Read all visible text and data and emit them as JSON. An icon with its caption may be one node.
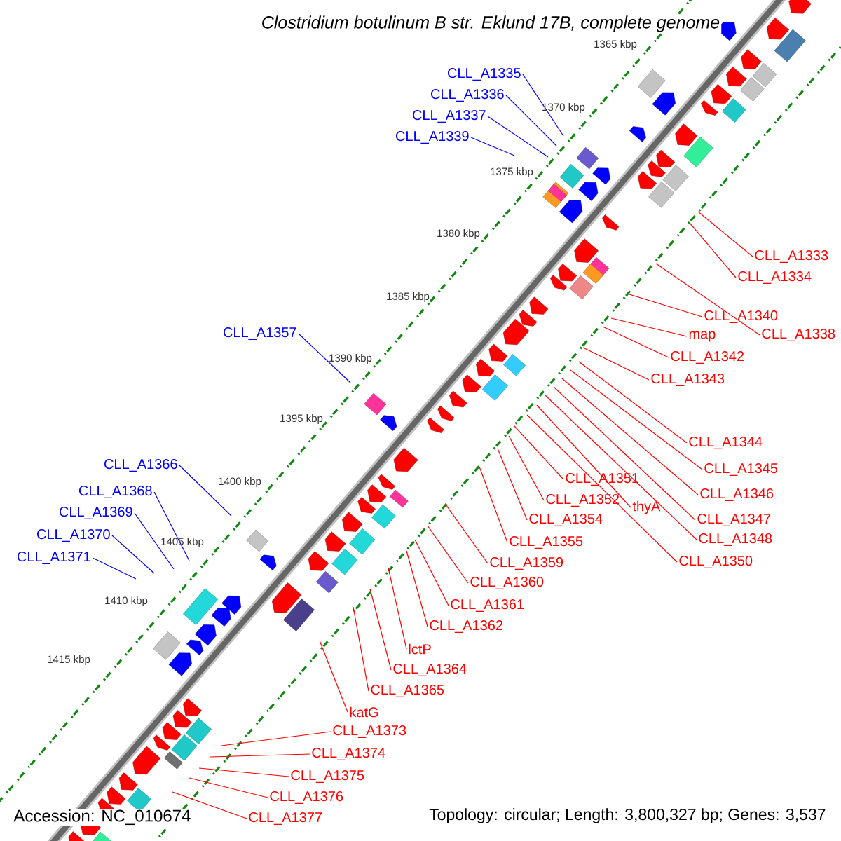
{
  "diagram": {
    "title": "Clostridium botulinum B str. Eklund 17B, complete genome",
    "nodes": [
      {
        "text": [
          "CLL_A1335"
        ]
      },
      {
        "text": [
          "CLL_A1336"
        ]
      },
      {
        "text": [
          "CLL_A1337"
        ]
      },
      {
        "text": [
          "CLL_A1339"
        ]
      },
      {
        "text": [
          "CLL_A1333"
        ]
      },
      {
        "text": [
          "CLL_A1334"
        ]
      },
      {
        "text": [
          "CLL_A1340"
        ]
      },
      {
        "text": [
          "CLL_A1338"
        ]
      },
      {
        "text": [
          "map"
        ]
      },
      {
        "text": [
          "CLL_A1357"
        ]
      },
      {
        "text": [
          "CLL_A1342"
        ]
      },
      {
        "text": [
          "CLL_A1343"
        ]
      },
      {
        "text": [
          "CLL_A1344"
        ]
      },
      {
        "text": [
          "CLL_A1366"
        ]
      },
      {
        "text": [
          "CLL_A1345"
        ]
      },
      {
        "text": [
          "CLL_A1351"
        ]
      },
      {
        "text": [
          "CLL_A1368"
        ]
      },
      {
        "text": [
          "CLL_A1346"
        ]
      },
      {
        "text": [
          "CLL_A1352"
        ]
      },
      {
        "text": [
          "thyA"
        ]
      },
      {
        "text": [
          "CLL_A1369"
        ]
      },
      {
        "text": [
          "CLL_A1347"
        ]
      },
      {
        "text": [
          "CLL_A1354"
        ]
      },
      {
        "text": [
          "CLL_A1370"
        ]
      },
      {
        "text": [
          "CLL_A1348"
        ]
      },
      {
        "text": [
          "CLL_A1355"
        ]
      },
      {
        "text": [
          "CLL_A1371"
        ]
      },
      {
        "text": [
          "CLL_A1350"
        ]
      },
      {
        "text": [
          "CLL_A1359"
        ]
      },
      {
        "text": [
          "CLL_A1360"
        ]
      },
      {
        "text": [
          "CLL_A1361"
        ]
      },
      {
        "text": [
          "CLL_A1362"
        ]
      },
      {
        "text": [
          "lctP"
        ]
      },
      {
        "text": [
          "CLL_A1364"
        ]
      },
      {
        "text": [
          "CLL_A1365"
        ]
      },
      {
        "text": [
          "katG"
        ]
      },
      {
        "text": [
          "CLL_A1373"
        ]
      },
      {
        "text": [
          "CLL_A1374"
        ]
      },
      {
        "text": [
          "CLL_A1375"
        ]
      },
      {
        "text": [
          "CLL_A1376"
        ]
      },
      {
        "text": [
          "CLL_A1377"
        ]
      }
    ],
    "edges": [
      {
        "from": 0,
        "to": null,
        "arrow": "none",
        "color": "#0000ff"
      },
      {
        "from": 1,
        "to": null,
        "arrow": "none",
        "color": "#0000ff"
      },
      {
        "from": 2,
        "to": null,
        "arrow": "none",
        "color": "#0000ff"
      },
      {
        "from": 3,
        "to": null,
        "arrow": "none",
        "color": "#0000ff"
      },
      {
        "from": 4,
        "to": null,
        "arrow": "none"
      },
      {
        "from": 5,
        "to": null,
        "arrow": "none"
      },
      {
        "from": 6,
        "to": null,
        "arrow": "none"
      },
      {
        "from": 7,
        "to": null,
        "arrow": "none"
      },
      {
        "from": 8,
        "to": null,
        "arrow": "none"
      },
      {
        "from": 9,
        "to": null,
        "arrow": "none",
        "color": "#0000ff"
      },
      {
        "from": 10,
        "to": null,
        "arrow": "none"
      },
      {
        "from": 11,
        "to": null,
        "arrow": "none"
      },
      {
        "from": 12,
        "to": null,
        "arrow": "none"
      },
      {
        "from": 13,
        "to": null,
        "arrow": "none",
        "color": "#0000ff"
      },
      {
        "from": 14,
        "to": null,
        "arrow": "none"
      },
      {
        "from": 15,
        "to": null,
        "arrow": "none"
      },
      {
        "from": 16,
        "to": null,
        "arrow": "none",
        "color": "#0000ff"
      },
      {
        "from": 17,
        "to": null,
        "arrow": "none"
      },
      {
        "from": 18,
        "to": null,
        "arrow": "none"
      },
      {
        "from": 19,
        "to": null,
        "arrow": "none"
      },
      {
        "from": 20,
        "to": null,
        "arrow": "none",
        "color": "#0000ff"
      },
      {
        "from": 21,
        "to": null,
        "arrow": "none"
      },
      {
        "from": 22,
        "to": null,
        "arrow": "none"
      },
      {
        "from": 23,
        "to": null,
        "arrow": "none",
        "color": "#0000ff"
      },
      {
        "from": 24,
        "to": null,
        "arrow": "none"
      },
      {
        "from": 25,
        "to": null,
        "arrow": "none"
      },
      {
        "from": 26,
        "to": null,
        "arrow": "none",
        "color": "#0000ff"
      },
      {
        "from": 27,
        "to": null,
        "arrow": "none"
      },
      {
        "from": 28,
        "to": null,
        "arrow": "none"
      },
      {
        "from": 29,
        "to": null,
        "arrow": "none"
      },
      {
        "from": 30,
        "to": null,
        "arrow": "none"
      },
      {
        "from": 31,
        "to": null,
        "arrow": "none"
      },
      {
        "from": 32,
        "to": null,
        "arrow": "none"
      },
      {
        "from": 33,
        "to": null,
        "arrow": "none"
      },
      {
        "from": 34,
        "to": null,
        "arrow": "none"
      },
      {
        "from": 35,
        "to": null,
        "arrow": "none"
      },
      {
        "from": 36,
        "to": null,
        "arrow": "none"
      },
      {
        "from": 37,
        "to": null,
        "arrow": "none"
      },
      {
        "from": 38,
        "to": null,
        "arrow": "none"
      },
      {
        "from": 39,
        "to": null,
        "arrow": "none"
      },
      {
        "from": 40,
        "to": null,
        "arrow": "none"
      }
    ],
    "labels": [
      "1365 kbp",
      "1370 kbp",
      "1375 kbp",
      "1380 kbp",
      "1385 kbp",
      "1390 kbp",
      "1395 kbp",
      "1400 kbp",
      "1405 kbp",
      "1410 kbp",
      "1415 kbp",
      "Accession: NC_010674",
      "Topology: circular; Length: 3,800,327 bp; Genes: 3,537"
    ]
  }
}
